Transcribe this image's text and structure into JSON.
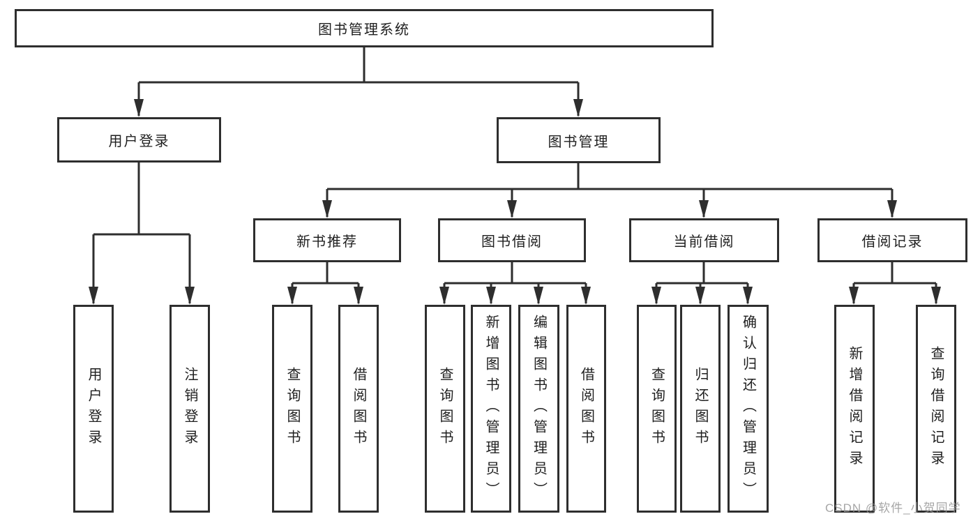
{
  "colors": {
    "line": "#2e2e2e",
    "box_border": "#2e2e2e",
    "box_fill": "#ffffff",
    "text": "#1f1f1f",
    "watermark": "#969696",
    "background": "#ffffff"
  },
  "tree": {
    "root": {
      "label": "图书管理系统"
    },
    "branches": [
      {
        "label": "用户登录",
        "children": [
          {
            "label": "用户登录"
          },
          {
            "label": "注销登录"
          }
        ]
      },
      {
        "label": "图书管理",
        "children": [
          {
            "label": "新书推荐",
            "children": [
              {
                "label": "查询图书"
              },
              {
                "label": "借阅图书"
              }
            ]
          },
          {
            "label": "图书借阅",
            "children": [
              {
                "label": "查询图书"
              },
              {
                "label": "新增图书（管理员）"
              },
              {
                "label": "编辑图书（管理员）"
              },
              {
                "label": "借阅图书"
              }
            ]
          },
          {
            "label": "当前借阅",
            "children": [
              {
                "label": "查询图书"
              },
              {
                "label": "归还图书"
              },
              {
                "label": "确认归还（管理员）"
              }
            ]
          },
          {
            "label": "借阅记录",
            "children": [
              {
                "label": "新增借阅记录"
              },
              {
                "label": "查询借阅记录"
              }
            ]
          }
        ]
      }
    ]
  },
  "watermark": {
    "text": "CSDN @软件_小贺同学"
  }
}
